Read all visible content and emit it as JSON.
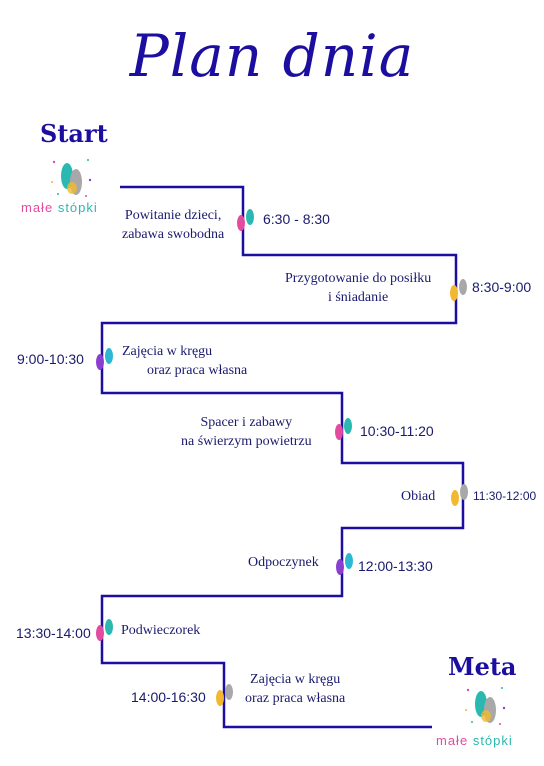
{
  "title": "Plan dnia",
  "start_label": "Start",
  "end_label": "Meta",
  "brand": {
    "name_a": "małe",
    "name_b": "stópki"
  },
  "schedule": [
    {
      "activity_line1": "Powitanie dzieci,",
      "activity_line2": "zabawa swobodna",
      "time": "6:30 - 8:30",
      "feet_color": "#e24ba0",
      "feet_color2": "#2bb8b0"
    },
    {
      "activity_line1": "Przygotowanie do posiłku",
      "activity_line2": "i śniadanie",
      "time": "8:30-9:00",
      "feet_color": "#f2b830",
      "feet_color2": "#a8a8a8"
    },
    {
      "activity_line1": "Zajęcia w kręgu",
      "activity_line2": "oraz praca własna",
      "time": "9:00-10:30",
      "feet_color": "#8a3fd0",
      "feet_color2": "#2bb8d0"
    },
    {
      "activity_line1": "Spacer i zabawy",
      "activity_line2": "na świerzym powietrzu",
      "time": "10:30-11:20",
      "feet_color": "#e24ba0",
      "feet_color2": "#2bb8b0"
    },
    {
      "activity_line1": "Obiad",
      "activity_line2": "",
      "time": "11:30-12:00",
      "feet_color": "#f2b830",
      "feet_color2": "#a8a8a8"
    },
    {
      "activity_line1": "Odpoczynek",
      "activity_line2": "",
      "time": "12:00-13:30",
      "feet_color": "#8a3fd0",
      "feet_color2": "#2bb8d0"
    },
    {
      "activity_line1": "Podwieczorek",
      "activity_line2": "",
      "time": "13:30-14:00",
      "feet_color": "#e24ba0",
      "feet_color2": "#2bb8b0"
    },
    {
      "activity_line1": "Zajęcia w kręgu",
      "activity_line2": "oraz praca własna",
      "time": "14:00-16:30",
      "feet_color": "#f2b830",
      "feet_color2": "#a8a8a8"
    }
  ],
  "colors": {
    "path": "#1c0fa0",
    "title": "#1c0fa0",
    "text": "#1a1a6e"
  }
}
